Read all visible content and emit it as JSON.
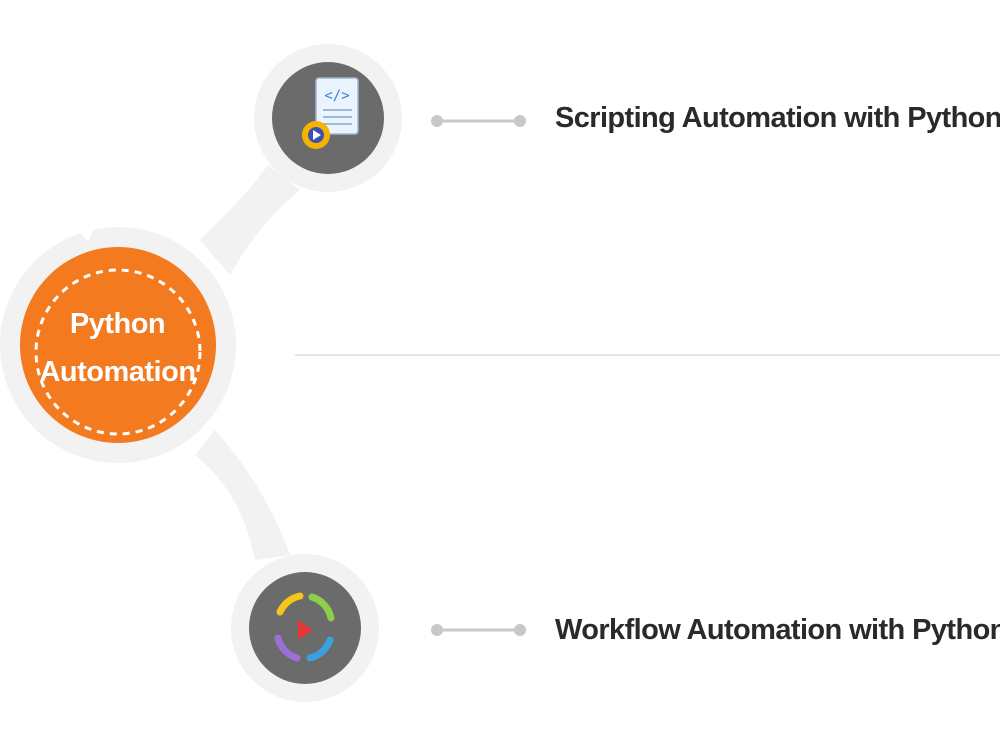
{
  "hub": {
    "line1": "Python",
    "line2": "Automation",
    "color": "#f47a20"
  },
  "nodes": [
    {
      "label": "Scripting Automation with Python",
      "icon": "code-document-gear-icon"
    },
    {
      "label": "Workflow Automation with Python",
      "icon": "cycle-arrows-play-icon"
    }
  ],
  "colors": {
    "halo": "#f1f1f1",
    "node_fill": "#6b6b6b",
    "connector": "#c8c8c8",
    "divider": "#e6e6e6"
  }
}
